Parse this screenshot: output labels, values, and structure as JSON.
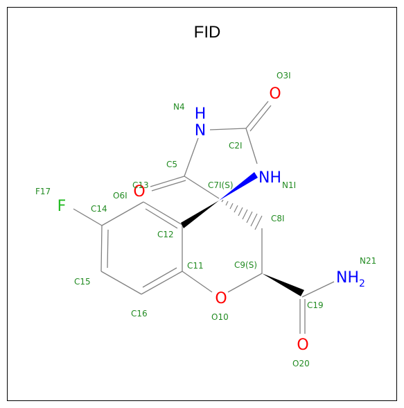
{
  "title": "FID",
  "colors": {
    "carbon_bond": "#808080",
    "label": "#228b22",
    "nitrogen": "#0000ff",
    "oxygen": "#ff0000",
    "fluorine": "#22bb22"
  },
  "atoms": {
    "n4": "N4",
    "o3i": "O3I",
    "c2i": "C2I",
    "c5": "C5",
    "c7i": "C7I(S)",
    "n1i": "N1I",
    "f17": "F17",
    "o6i": "O6I",
    "c13": "C13",
    "c14": "C14",
    "c12": "C12",
    "c8i": "C8I",
    "c11": "C11",
    "c9": "C9(S)",
    "n21": "N21",
    "c15": "C15",
    "c19": "C19",
    "c16": "C16",
    "o10": "O10",
    "o20": "O20"
  },
  "symbols": {
    "n4_sym": "N",
    "n4_h": "H",
    "n1i_sym": "NH",
    "o3i_sym": "O",
    "o6i_sym": "O",
    "o10_sym": "O",
    "o20_sym": "O",
    "f17_sym": "F",
    "n21_sym": "NH",
    "n21_sub": "2"
  }
}
